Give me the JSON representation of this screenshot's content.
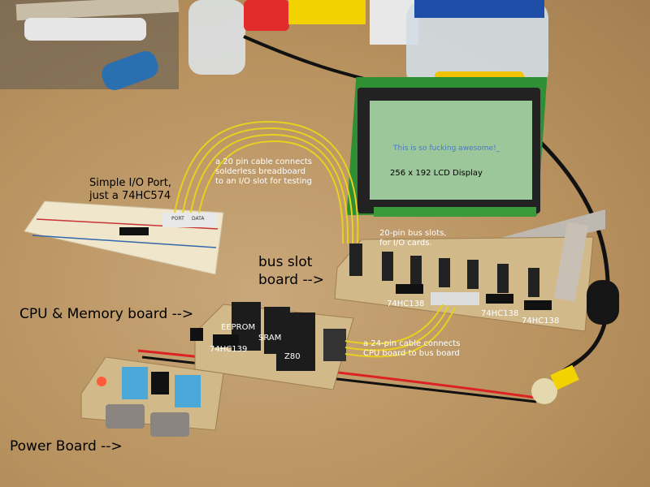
{
  "lcd": {
    "screen_text": "This is so fucking awesome!_",
    "caption": "256 x 192 LCD Display"
  },
  "breadboard": {
    "chip_marks": [
      "PORT",
      "DATA"
    ]
  },
  "labels": {
    "io_port": "Simple I/O Port,\njust a 74HC574",
    "cable_20pin": "a 20 pin cable connects\nsolderless breadboard\nto an I/O slot for testing",
    "bus_slots": "20-pin bus slots,\nfor I/O cards.",
    "bus_board": "bus slot\nboard -->",
    "cpu_board": "CPU & Memory board -->",
    "power_board": "Power Board -->",
    "cable_24pin": "a 24-pin cable connects\nCPU board to bus board"
  },
  "chips": {
    "eeprom": "EEPROM",
    "sram": "SRAM",
    "z80": "Z80",
    "hc139": "74HC139",
    "hc138_a": "74HC138",
    "hc138_b": "74HC138",
    "hc138_c": "74HC138"
  },
  "colors": {
    "desk": "#b8925f",
    "lcd_screen": "#9cc79a",
    "pcb_green": "#1f7a2a",
    "perfboard": "#d2b98a",
    "wire_yellow": "#e8d020"
  }
}
